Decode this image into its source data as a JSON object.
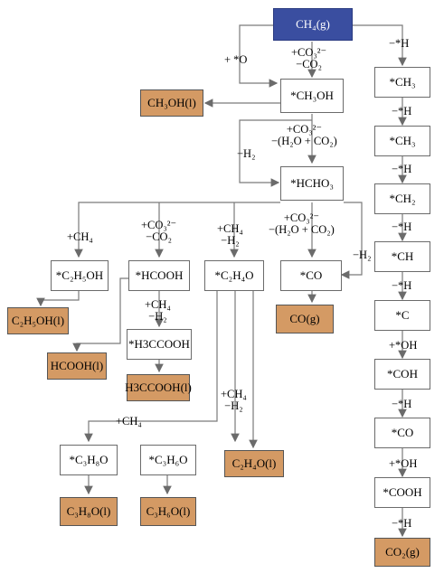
{
  "nodes": {
    "ch4": "CH₄(g)",
    "ch3oh_s": "*CH₃OH",
    "ch3oh_l": "CH₃OH(l)",
    "hcho3": "*HCHO₃",
    "c2h5oh_s": "*C₂H₅OH",
    "hcooh_s": "*HCOOH",
    "c2h4o_s": "*C₂H₄O",
    "co_s_mid": "*CO",
    "c2h5oh_l": "C₂H₅OH(l)",
    "hcooh_l": "HCOOH(l)",
    "h3ccooh_s": "*H3CCOOH",
    "h3ccooh_l": "H3CCOOH(l)",
    "co_g": "CO(g)",
    "c3h8o_s": "*C₃H₈O",
    "c3h6o_s": "*C₃H₆O",
    "c2h4o_l": "C₂H₄O(l)",
    "c3h8o_l": "C₃H₈O(l)",
    "c3h6o_l": "C₃H₆O(l)",
    "r_ch3": "*CH₃",
    "r_ch3b": "*CH₃",
    "r_ch2": "*CH₂",
    "r_ch": "*CH",
    "r_c": "*C",
    "r_coh": "*COH",
    "r_co": "*CO",
    "r_cooh": "*COOH",
    "r_co2": "CO₂(g)"
  },
  "labels": {
    "plus_o": "+ *O",
    "co3_1a": "+CO₃²⁻",
    "co3_1b": "−CO₂",
    "co3_2a": "+CO₃²⁻",
    "co3_2b": "−(H₂O + CO₂)",
    "minus_h2_left": "−H₂",
    "plus_ch4_left": "+CH₄",
    "co3_3a": "+CO₃²⁻",
    "co3_3b": "−CO₂",
    "ch4_h2_a": "+CH₄",
    "ch4_h2_b": "−H₂",
    "co3_4a": "+CO₃²⁻",
    "co3_4b": "−(H₂O + CO₂)",
    "minus_h2_right": "−H₂",
    "ch4_h2_2a": "+CH₄",
    "ch4_h2_2b": "−H₂",
    "plus_ch4_low": "+CH₄",
    "ch4_h2_3a": "+CH₄",
    "ch4_h2_3b": "−H₂",
    "r_h1": "−*H",
    "r_h2": "−*H",
    "r_h3": "−*H",
    "r_h4": "−*H",
    "r_h5": "−*H",
    "r_oh1": "+*OH",
    "r_h6": "−*H",
    "r_oh2": "+*OH",
    "r_h7": "−*H"
  },
  "colors": {
    "product": "#d49a64",
    "top": "#3a4ea0",
    "line": "#6b6b6b"
  }
}
